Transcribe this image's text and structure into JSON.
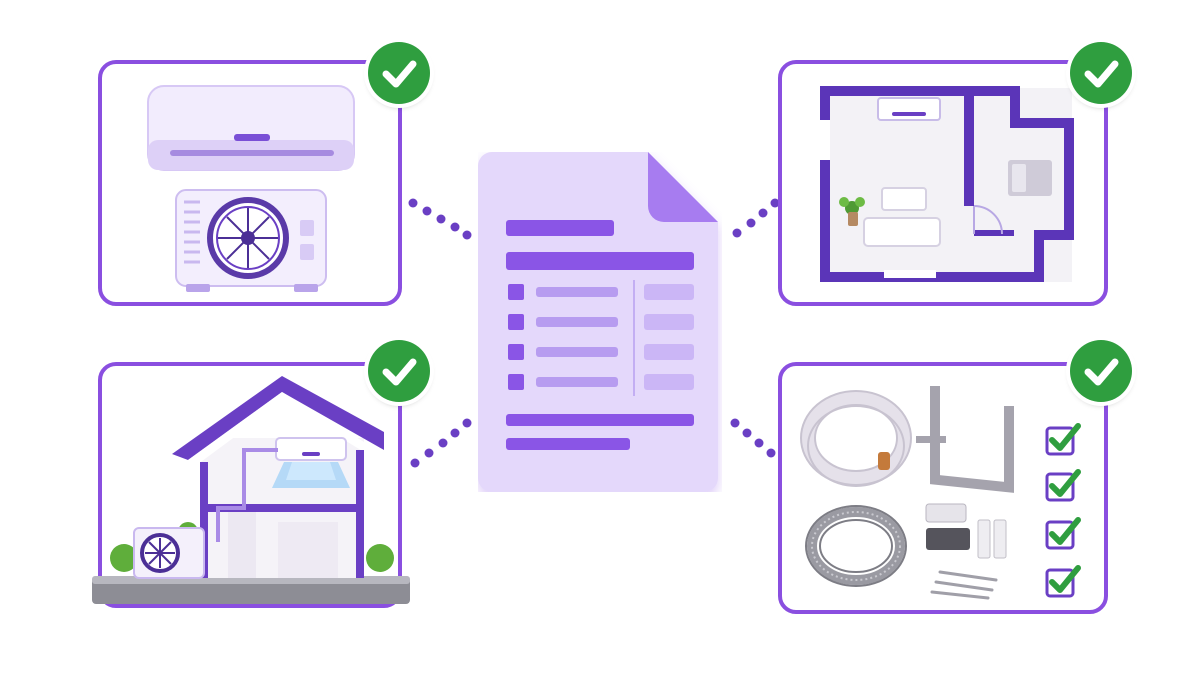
{
  "colors": {
    "accent": "#8a4fe0",
    "accent_dark": "#6a3fc4",
    "accent_light": "#e9e0fb",
    "doc_fill": "#e4d8fb",
    "check_green": "#2f9e3f"
  },
  "panels": [
    {
      "name": "ac-units",
      "icon": "split-ac-unit-icon",
      "status": "check"
    },
    {
      "name": "house-installation",
      "icon": "house-with-ac-icon",
      "status": "check"
    },
    {
      "name": "floor-plan",
      "icon": "floor-plan-icon",
      "status": "check"
    },
    {
      "name": "installation-materials",
      "icon": "installation-kit-icon",
      "status": "check"
    }
  ],
  "center": {
    "icon": "quote-document-icon",
    "table_rows": 4
  },
  "materials_checklist": {
    "items_checked": 4,
    "items_total": 4
  }
}
